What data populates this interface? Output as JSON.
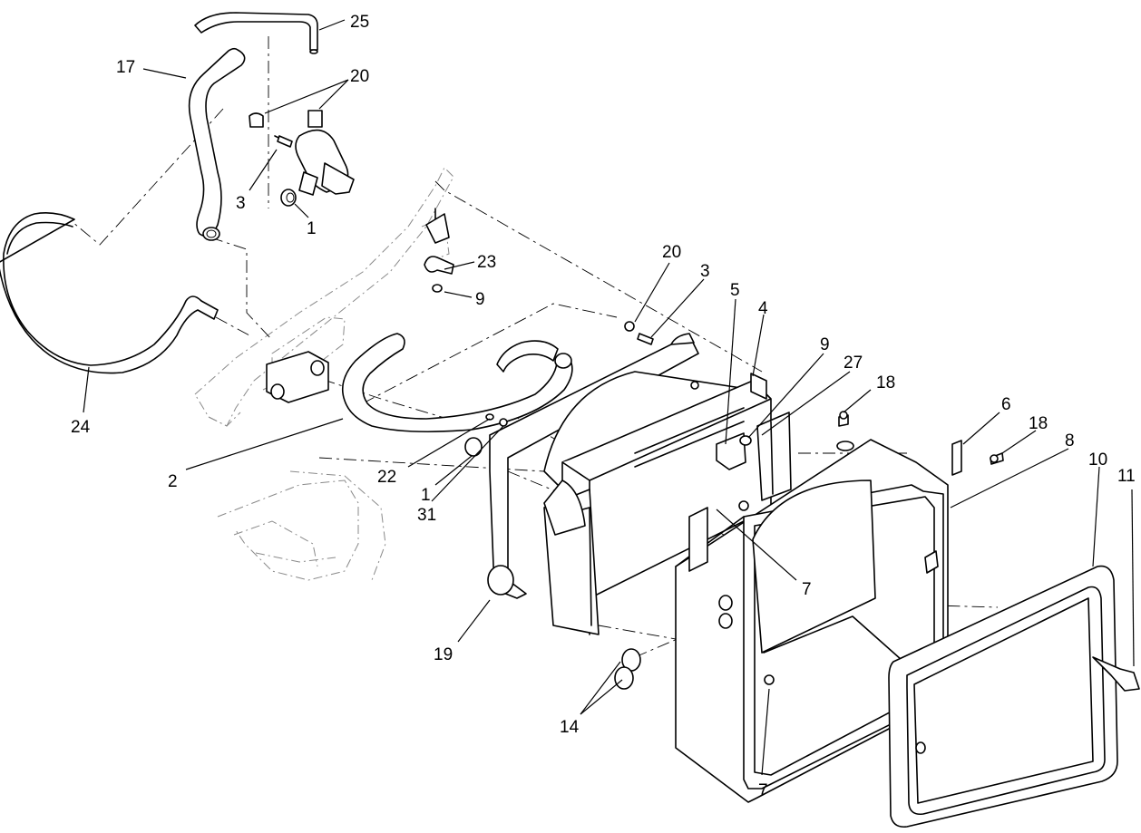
{
  "callouts": [
    {
      "id": "c25",
      "label": "25"
    },
    {
      "id": "c17",
      "label": "17"
    },
    {
      "id": "c20a",
      "label": "20"
    },
    {
      "id": "c3a",
      "label": "3"
    },
    {
      "id": "c1a",
      "label": "1"
    },
    {
      "id": "c23",
      "label": "23"
    },
    {
      "id": "c9a",
      "label": "9"
    },
    {
      "id": "c20b",
      "label": "20"
    },
    {
      "id": "c3b",
      "label": "3"
    },
    {
      "id": "c5",
      "label": "5"
    },
    {
      "id": "c4",
      "label": "4"
    },
    {
      "id": "c9b",
      "label": "9"
    },
    {
      "id": "c27",
      "label": "27"
    },
    {
      "id": "c18a",
      "label": "18"
    },
    {
      "id": "c6",
      "label": "6"
    },
    {
      "id": "c18b",
      "label": "18"
    },
    {
      "id": "c8",
      "label": "8"
    },
    {
      "id": "c10",
      "label": "10"
    },
    {
      "id": "c11",
      "label": "11"
    },
    {
      "id": "c24",
      "label": "24"
    },
    {
      "id": "c2",
      "label": "2"
    },
    {
      "id": "c22",
      "label": "22"
    },
    {
      "id": "c1b",
      "label": "1"
    },
    {
      "id": "c31",
      "label": "31"
    },
    {
      "id": "c7a",
      "label": "7"
    },
    {
      "id": "c19",
      "label": "19"
    },
    {
      "id": "c14",
      "label": "14"
    },
    {
      "id": "c7b",
      "label": "7"
    }
  ]
}
